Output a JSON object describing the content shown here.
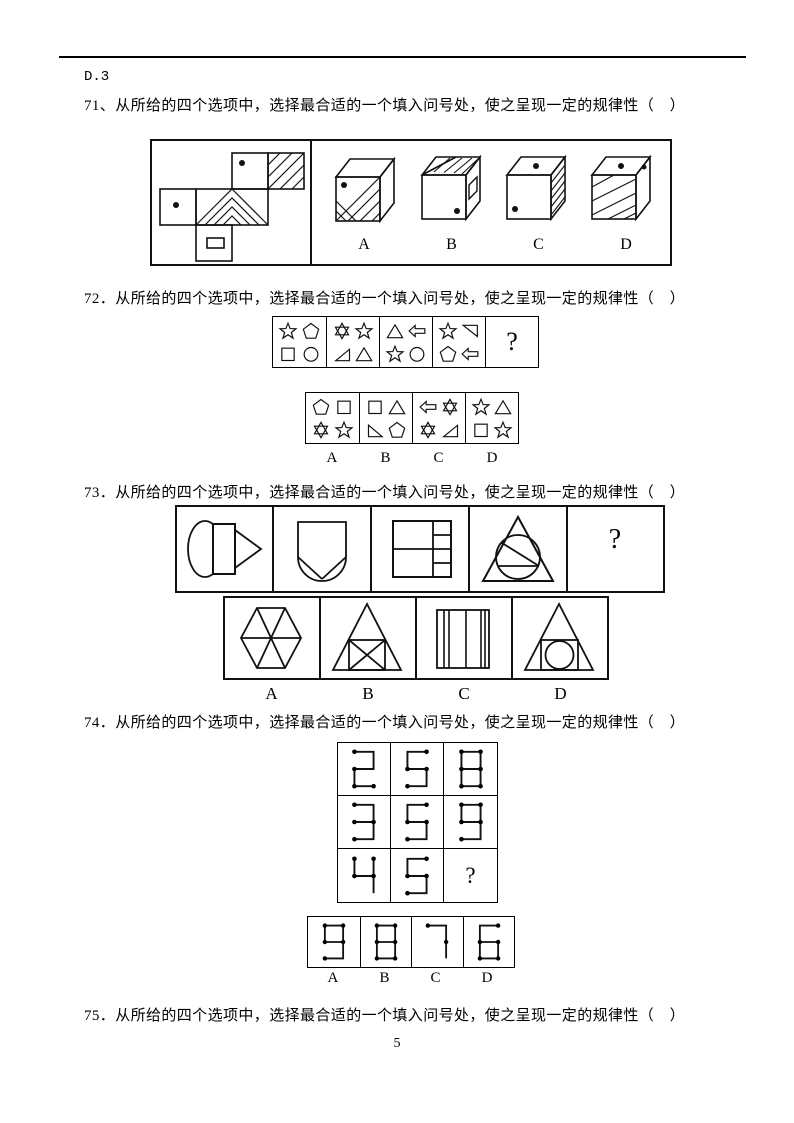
{
  "colors": {
    "ink": "#000000",
    "figure_stroke": "#111111",
    "background": "#ffffff"
  },
  "header": {
    "section_label": "D.3"
  },
  "footer": {
    "page_number": "5"
  },
  "q71": {
    "prompt": "71、从所给的四个选项中，选择最合适的一个填入问号处，使之呈现一定的规律性（　）",
    "option_labels": [
      "A",
      "B",
      "C",
      "D"
    ]
  },
  "q72": {
    "prompt": "72．从所给的四个选项中，选择最合适的一个填入问号处，使之呈现一定的规律性（　）",
    "sequence": [
      {
        "shapes": [
          "star5",
          "pentagon",
          "square",
          "circle"
        ]
      },
      {
        "shapes": [
          "star6",
          "star5",
          "rtri-br",
          "triangle"
        ]
      },
      {
        "shapes": [
          "triangle",
          "arrow-left",
          "star5",
          "circle"
        ]
      },
      {
        "shapes": [
          "star5",
          "rtri-tr",
          "pentagon",
          "arrow-left"
        ]
      },
      {
        "question_mark": "?"
      }
    ],
    "options": [
      {
        "label": "A",
        "shapes": [
          "pentagon",
          "square",
          "star6",
          "star5"
        ]
      },
      {
        "label": "B",
        "shapes": [
          "square",
          "triangle",
          "rtri-bl",
          "pentagon"
        ]
      },
      {
        "label": "C",
        "shapes": [
          "arrow-left",
          "star6",
          "star6",
          "rtri-br"
        ]
      },
      {
        "label": "D",
        "shapes": [
          "star5",
          "triangle",
          "square",
          "star5"
        ]
      }
    ]
  },
  "q73": {
    "prompt": "73．从所给的四个选项中，选择最合适的一个填入问号处，使之呈现一定的规律性（　）",
    "question_mark": "?",
    "option_labels": [
      "A",
      "B",
      "C",
      "D"
    ]
  },
  "q74": {
    "prompt": "74．从所给的四个选项中，选择最合适的一个填入问号处，使之呈现一定的规律性（　）",
    "grid": [
      [
        "2",
        "5",
        "8"
      ],
      [
        "3",
        "5",
        "9"
      ],
      [
        "4",
        "5",
        "?"
      ]
    ],
    "options": [
      {
        "label": "A",
        "digit": "9"
      },
      {
        "label": "B",
        "digit": "8"
      },
      {
        "label": "C",
        "digit": "7"
      },
      {
        "label": "D",
        "digit": "6"
      }
    ]
  },
  "q75": {
    "prompt": "75．从所给的四个选项中，选择最合适的一个填入问号处，使之呈现一定的规律性（　）"
  }
}
